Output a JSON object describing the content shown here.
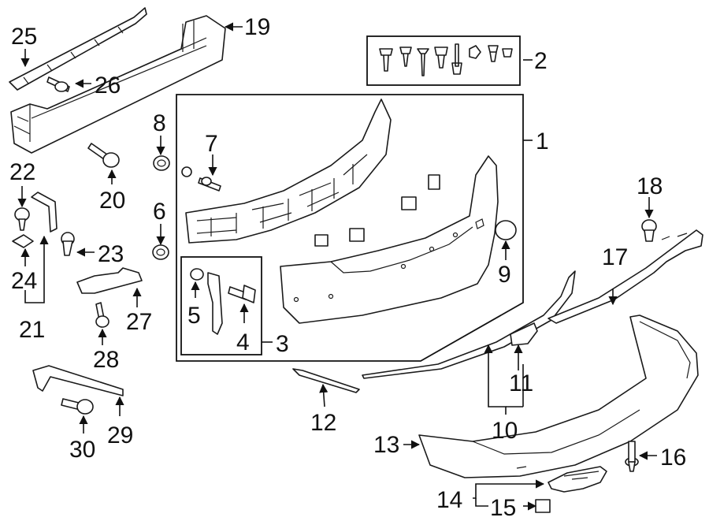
{
  "callouts": {
    "c1": "1",
    "c2": "2",
    "c3": "3",
    "c4": "4",
    "c5": "5",
    "c6": "6",
    "c7": "7",
    "c8": "8",
    "c9": "9",
    "c10": "10",
    "c11": "11",
    "c12": "12",
    "c13": "13",
    "c14": "14",
    "c15": "15",
    "c16": "16",
    "c17": "17",
    "c18": "18",
    "c19": "19",
    "c20": "20",
    "c21": "21",
    "c22": "22",
    "c23": "23",
    "c24": "24",
    "c25": "25",
    "c26": "26",
    "c27": "27",
    "c28": "28",
    "c29": "29",
    "c30": "30"
  },
  "colors": {
    "line": "#1a1a1a",
    "background": "#ffffff"
  }
}
